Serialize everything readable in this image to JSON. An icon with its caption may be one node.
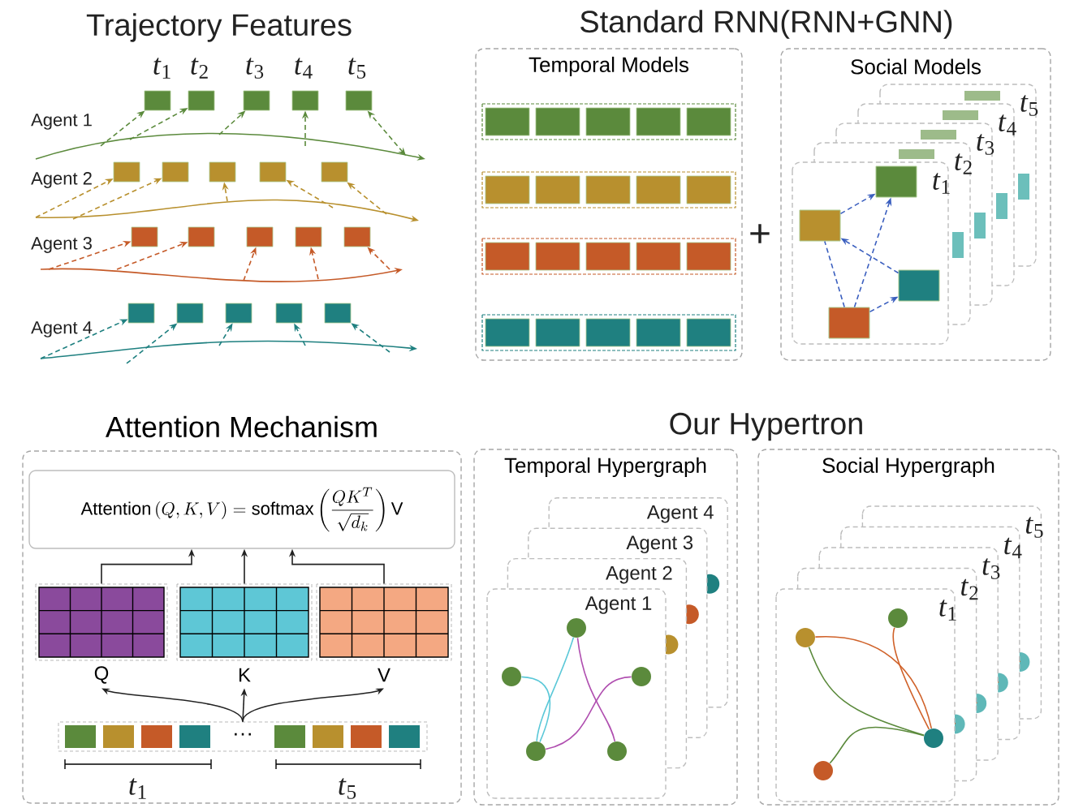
{
  "diagram": {
    "nodes": [
      {
        "text": [],
        "shape": "box"
      },
      {
        "text": [],
        "shape": "box"
      },
      {
        "text": [],
        "shape": "box"
      },
      {
        "text": [],
        "shape": "box"
      },
      {
        "text": [],
        "shape": "box"
      },
      {
        "text": [],
        "shape": "box"
      },
      {
        "text": [],
        "shape": "box"
      },
      {
        "text": [],
        "shape": "box"
      },
      {
        "text": [],
        "shape": "box"
      },
      {
        "text": [],
        "shape": "box"
      },
      {
        "text": [],
        "shape": "box"
      },
      {
        "text": [],
        "shape": "box"
      },
      {
        "text": [],
        "shape": "box"
      },
      {
        "text": [],
        "shape": "box"
      },
      {
        "text": [],
        "shape": "box"
      },
      {
        "text": [],
        "shape": "box"
      },
      {
        "text": [],
        "shape": "box"
      },
      {
        "text": [],
        "shape": "box"
      },
      {
        "text": [],
        "shape": "box"
      },
      {
        "text": [],
        "shape": "box"
      },
      {
        "text": [
          "Temporal Models"
        ]
      },
      {
        "text": [
          "Social Models"
        ]
      },
      {
        "text": [],
        "shape": "box",
        "in": 21
      },
      {
        "text": [],
        "shape": "box",
        "in": 21
      },
      {
        "text": [],
        "shape": "box",
        "in": 21
      },
      {
        "text": [],
        "shape": "box",
        "in": 21
      },
      {
        "text": [
          "Attention Mechanism"
        ]
      },
      {
        "text": [
          "\\mathrm{Attention}\\left(Q,K,V\\right)=\\mathrm{softmax}\\left(\\frac{QK^{T}}{\\sqrt{d_k}}\\right)\\mathrm{V}"
        ],
        "in": 26
      },
      {
        "text": [
          "Q"
        ],
        "in": 26
      },
      {
        "text": [
          "K"
        ],
        "in": 26
      },
      {
        "text": [
          "V"
        ],
        "in": 26
      },
      {
        "text": [
          "···"
        ],
        "in": 26
      },
      {
        "text": [
          "Temporal Hypergraph"
        ]
      },
      {
        "text": [],
        "shape": "circle",
        "in": 32
      },
      {
        "text": [],
        "shape": "circle",
        "in": 32
      },
      {
        "text": [],
        "shape": "circle",
        "in": 32
      },
      {
        "text": [],
        "shape": "circle",
        "in": 32
      },
      {
        "text": [],
        "shape": "circle",
        "in": 32
      },
      {
        "text": [
          "Social Hypergraph"
        ]
      },
      {
        "text": [],
        "shape": "circle",
        "in": 38
      },
      {
        "text": [],
        "shape": "circle",
        "in": 38
      },
      {
        "text": [],
        "shape": "circle",
        "in": 38
      },
      {
        "text": [],
        "shape": "circle",
        "in": 38
      }
    ],
    "edges": [
      {
        "from": null,
        "to": 0,
        "arrow": "to",
        "style": "dashed",
        "color": "#5b8a3c"
      },
      {
        "from": null,
        "to": 1,
        "arrow": "to",
        "style": "dashed",
        "color": "#5b8a3c"
      },
      {
        "from": null,
        "to": 2,
        "arrow": "to",
        "style": "dashed",
        "color": "#5b8a3c"
      },
      {
        "from": null,
        "to": 3,
        "arrow": "to",
        "style": "dashed",
        "color": "#5b8a3c"
      },
      {
        "from": null,
        "to": 4,
        "arrow": "both",
        "style": "dashed",
        "color": "#5b8a3c"
      },
      {
        "from": null,
        "to": 5,
        "arrow": "to",
        "style": "dashed",
        "color": "#b8902e"
      },
      {
        "from": null,
        "to": 6,
        "arrow": "to",
        "style": "dashed",
        "color": "#b8902e"
      },
      {
        "from": null,
        "to": 7,
        "arrow": "to",
        "style": "dashed",
        "color": "#b8902e"
      },
      {
        "from": null,
        "to": 8,
        "arrow": "to",
        "style": "dashed",
        "color": "#b8902e"
      },
      {
        "from": null,
        "to": 9,
        "arrow": "to",
        "style": "dashed",
        "color": "#b8902e"
      },
      {
        "from": null,
        "to": 10,
        "arrow": "to",
        "style": "dashed",
        "color": "#c55a28"
      },
      {
        "from": null,
        "to": 11,
        "arrow": "to",
        "style": "dashed",
        "color": "#c55a28"
      },
      {
        "from": null,
        "to": 12,
        "arrow": "to",
        "style": "dashed",
        "color": "#c55a28"
      },
      {
        "from": null,
        "to": 13,
        "arrow": "to",
        "style": "dashed",
        "color": "#c55a28"
      },
      {
        "from": null,
        "to": 14,
        "arrow": "to",
        "style": "dashed",
        "color": "#c55a28"
      },
      {
        "from": null,
        "to": 15,
        "arrow": "to",
        "style": "dashed",
        "color": "#1f8080"
      },
      {
        "from": null,
        "to": 16,
        "arrow": "to",
        "style": "dashed",
        "color": "#1f8080"
      },
      {
        "from": null,
        "to": 17,
        "arrow": "to",
        "style": "dashed",
        "color": "#1f8080"
      },
      {
        "from": null,
        "to": 18,
        "arrow": "to",
        "style": "dashed",
        "color": "#1f8080"
      },
      {
        "from": null,
        "to": 19,
        "arrow": "to",
        "style": "dashed",
        "color": "#1f8080"
      },
      {
        "from": 23,
        "to": 22,
        "arrow": "to",
        "style": "dashed",
        "color": "#3b5fbf"
      },
      {
        "from": 25,
        "to": 22,
        "arrow": "to",
        "style": "dashed",
        "color": "#3b5fbf"
      },
      {
        "from": 24,
        "to": 23,
        "arrow": "to",
        "style": "dashed",
        "color": "#3b5fbf"
      },
      {
        "from": 25,
        "to": 24,
        "arrow": "to",
        "style": "dashed",
        "color": "#3b5fbf"
      },
      {
        "from": 25,
        "to": 23,
        "arrow": "none",
        "style": "dashed",
        "color": "#3b5fbf"
      },
      {
        "from": 28,
        "to": 27,
        "arrow": "to",
        "color": "#222222"
      },
      {
        "from": 29,
        "to": 27,
        "arrow": "to",
        "color": "#222222"
      },
      {
        "from": 30,
        "to": 27,
        "arrow": "to",
        "color": "#222222"
      },
      {
        "from": 31,
        "to": 28,
        "arrow": "to",
        "color": "#222222"
      },
      {
        "from": 31,
        "to": 29,
        "arrow": "to",
        "color": "#222222"
      },
      {
        "from": 31,
        "to": 30,
        "arrow": "to",
        "color": "#222222"
      },
      {
        "from": 34,
        "to": 36,
        "arrow": "none",
        "color": "#5bc8d8"
      },
      {
        "from": 33,
        "to": 36,
        "arrow": "none",
        "color": "#5bc8d8"
      },
      {
        "from": 33,
        "to": 37,
        "arrow": "none",
        "color": "#b04fb0"
      },
      {
        "from": 35,
        "to": 36,
        "arrow": "none",
        "color": "#b04fb0"
      },
      {
        "from": 40,
        "to": 41,
        "arrow": "none",
        "color": "#d0622a"
      },
      {
        "from": 39,
        "to": 41,
        "arrow": "none",
        "color": "#d0622a"
      },
      {
        "from": 40,
        "to": 41,
        "arrow": "none",
        "color": "#5b8a3c"
      },
      {
        "from": 42,
        "to": 41,
        "arrow": "none",
        "color": "#5b8a3c"
      }
    ],
    "labels": [
      "Trajectory Features",
      "Standard RNN(RNN+GNN)",
      "*t*$_{1}$",
      "*t*$_{2}$",
      "*t*$_{3}$",
      "*t*$_{4}$",
      "*t*$_{5}$",
      "Agent 1",
      "Agent 2",
      "Agent 3",
      "Agent 4",
      "+",
      "*t*$_{5}$",
      "*t*$_{4}$",
      "*t*$_{3}$",
      "*t*$_{2}$",
      "*t*$_{1}$",
      "Our Hypertron",
      "Agent 4",
      "Agent 3",
      "Agent 2",
      "Agent 1",
      "*t*$_{5}$",
      "*t*$_{4}$",
      "*t*$_{3}$",
      "*t*$_{2}$",
      "*t*$_{1}$",
      "*t*$_{1}$",
      "*t*$_{5}$"
    ]
  }
}
